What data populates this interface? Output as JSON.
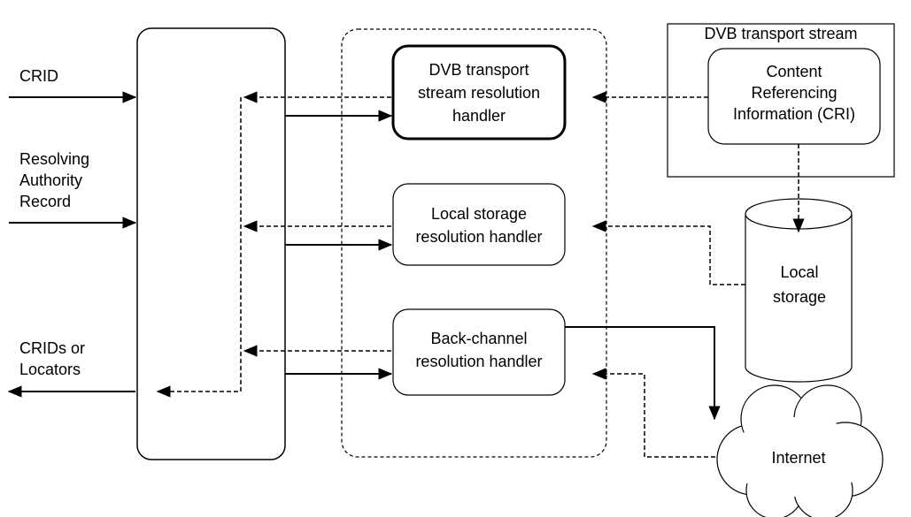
{
  "inputs": {
    "crid": "CRID",
    "resolving_authority_record": [
      "Resolving",
      "Authority",
      "Record"
    ],
    "crids_or_locators": [
      "CRIDs or",
      "Locators"
    ]
  },
  "handlers": {
    "dvb": [
      "DVB transport",
      "stream resolution",
      "handler"
    ],
    "local": [
      "Local storage",
      "resolution handler"
    ],
    "back_channel": [
      "Back-channel",
      "resolution handler"
    ]
  },
  "transport_stream": {
    "title": "DVB transport stream",
    "cri": [
      "Content",
      "Referencing",
      "Information (CRI)"
    ]
  },
  "local_storage": [
    "Local",
    "storage"
  ],
  "internet": "Internet"
}
